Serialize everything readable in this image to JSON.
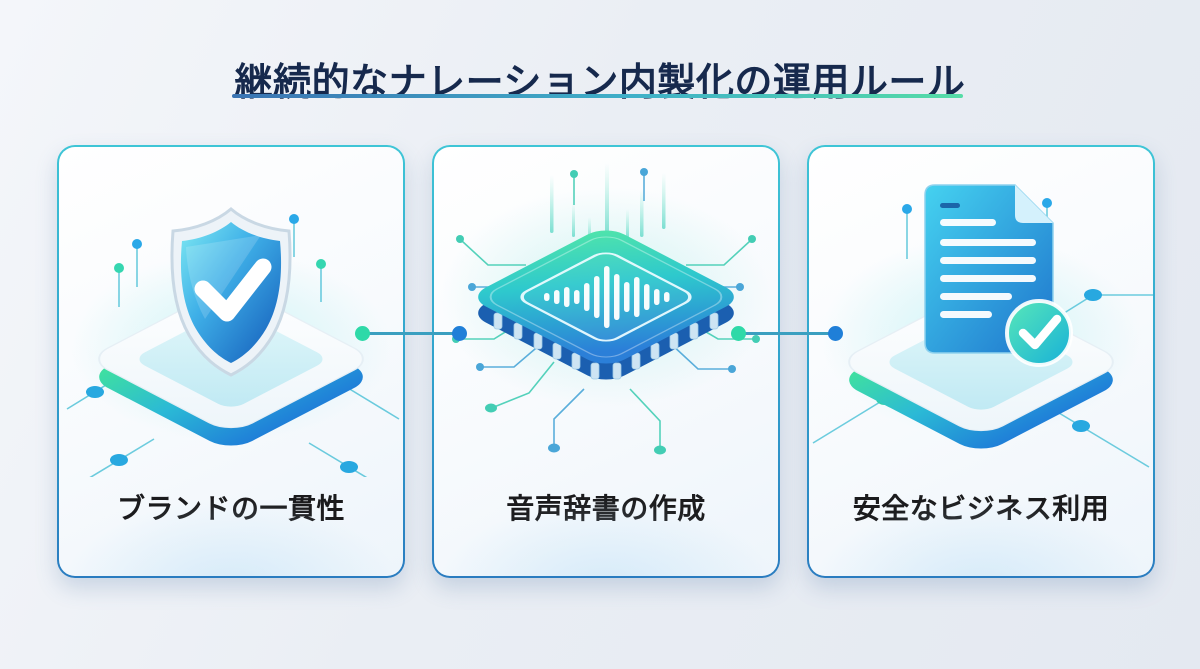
{
  "header": {
    "title": "継続的なナレーション内製化の運用ルール"
  },
  "cards": [
    {
      "id": "brand-consistency",
      "label": "ブランドの一貫性",
      "icon": "shield-check-icon"
    },
    {
      "id": "voice-dictionary",
      "label": "音声辞書の作成",
      "icon": "voice-waveform-chip-icon"
    },
    {
      "id": "secure-business",
      "label": "安全なビジネス利用",
      "icon": "document-check-icon"
    }
  ],
  "colors": {
    "title_text": "#16294d",
    "underline_start": "#3b74b3",
    "underline_end": "#55dca6",
    "card_border_top": "#3ec5d6",
    "card_border_bottom": "#2a7cc0",
    "label_text": "#1b1b1d",
    "connector_line": "#3a9fc0",
    "connector_dot_teal": "#2ed9a8",
    "connector_dot_blue": "#1f7fd8",
    "page_background": "#e9edf3"
  }
}
